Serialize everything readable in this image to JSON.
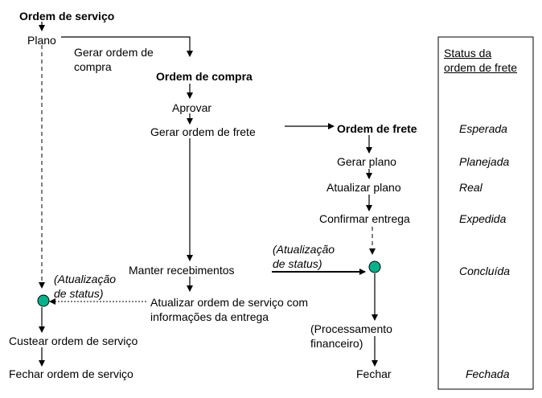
{
  "colors": {
    "ink": "#000000",
    "node_fill": "#00b38a",
    "background": "#ffffff"
  },
  "labels": {
    "ordem_servico": "Ordem de serviço",
    "plano": "Plano",
    "gerar_ordem_compra_1": "Gerar ordem de",
    "gerar_ordem_compra_2": "compra",
    "ordem_compra": "Ordem de compra",
    "aprovar": "Aprovar",
    "gerar_ordem_frete": "Gerar ordem de frete",
    "ordem_frete": "Ordem de frete",
    "gerar_plano": "Gerar plano",
    "atualizar_plano": "Atualizar plano",
    "confirmar_entrega": "Confirmar entrega",
    "atualizacao_status_right_1": "(Atualização",
    "atualizacao_status_right_2": "de status)",
    "manter_recebimentos": "Manter recebimentos",
    "atualizacao_status_left_1": "(Atualização",
    "atualizacao_status_left_2": "de status)",
    "atualizar_os_1": "Atualizar ordem de serviço com",
    "atualizar_os_2": "informações da entrega",
    "processamento_1": "(Processamento",
    "processamento_2": "financeiro)",
    "custear_os": "Custear ordem de serviço",
    "fechar_os": "Fechar ordem de serviço",
    "fechar": "Fechar"
  },
  "status_panel": {
    "title_1": "Status da",
    "title_2": "ordem de frete",
    "esperada": "Esperada",
    "planejada": "Planejada",
    "real": "Real",
    "expedida": "Expedida",
    "concluida": "Concluída",
    "fechada": "Fechada"
  }
}
